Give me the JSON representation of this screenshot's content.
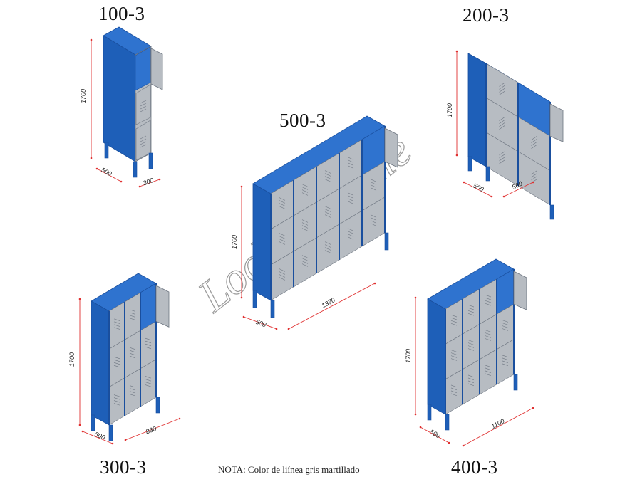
{
  "models": [
    {
      "id": "m100",
      "label": "100-3",
      "height": "1700",
      "depth": "500",
      "width": "300"
    },
    {
      "id": "m200",
      "label": "200-3",
      "height": "1700",
      "depth": "500",
      "width": "560"
    },
    {
      "id": "m500",
      "label": "500-3",
      "height": "1700",
      "depth": "500",
      "width": "1370"
    },
    {
      "id": "m300",
      "label": "300-3",
      "height": "1700",
      "depth": "500",
      "width": "830"
    },
    {
      "id": "m400",
      "label": "400-3",
      "height": "1700",
      "depth": "500",
      "width": "1100"
    }
  ],
  "watermark": "Lockers Chile",
  "note": "NOTA: Color de liínea gris martillado",
  "colors": {
    "top": "#2f73cf",
    "side": "#1e5fb8",
    "frame": "#1a4f9e",
    "door": "#b7bcc2",
    "door_edge": "#6d7580",
    "dim_line": "#e03030"
  }
}
